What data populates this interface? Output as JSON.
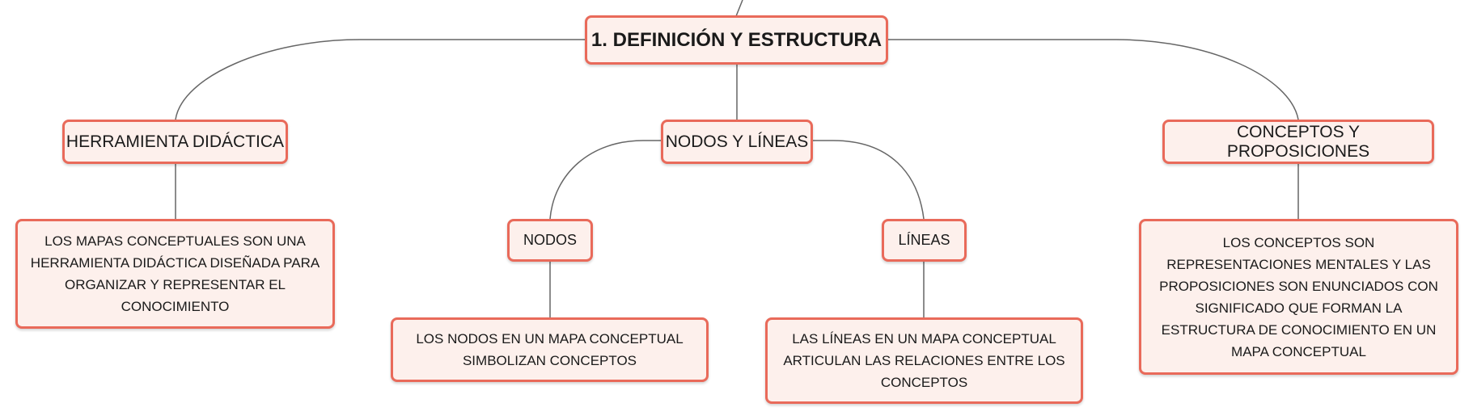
{
  "diagram": {
    "root": {
      "label": "1. DEFINICIÓN Y ESTRUCTURA"
    },
    "branches": {
      "herramienta": {
        "label": "HERRAMIENTA DIDÁCTICA",
        "detail": "LOS MAPAS CONCEPTUALES SON UNA HERRAMIENTA DIDÁCTICA DISEÑADA PARA ORGANIZAR Y REPRESENTAR EL CONOCIMIENTO"
      },
      "nodos_lineas": {
        "label": "NODOS Y LÍNEAS",
        "nodos": {
          "label": "NODOS",
          "detail": "LOS NODOS EN UN MAPA CONCEPTUAL SIMBOLIZAN CONCEPTOS"
        },
        "lineas": {
          "label": "LÍNEAS",
          "detail": "LAS LÍNEAS EN UN MAPA CONCEPTUAL ARTICULAN LAS RELACIONES ENTRE LOS CONCEPTOS"
        }
      },
      "conceptos": {
        "label": "CONCEPTOS Y PROPOSICIONES",
        "detail": "LOS CONCEPTOS SON REPRESENTACIONES MENTALES Y LAS PROPOSICIONES SON ENUNCIADOS CON SIGNIFICADO QUE FORMAN LA ESTRUCTURA DE CONOCIMIENTO EN UN MAPA CONCEPTUAL"
      }
    },
    "colors": {
      "node_border": "#e96a5a",
      "node_fill": "#fdf0ec",
      "connector": "#666666"
    }
  }
}
